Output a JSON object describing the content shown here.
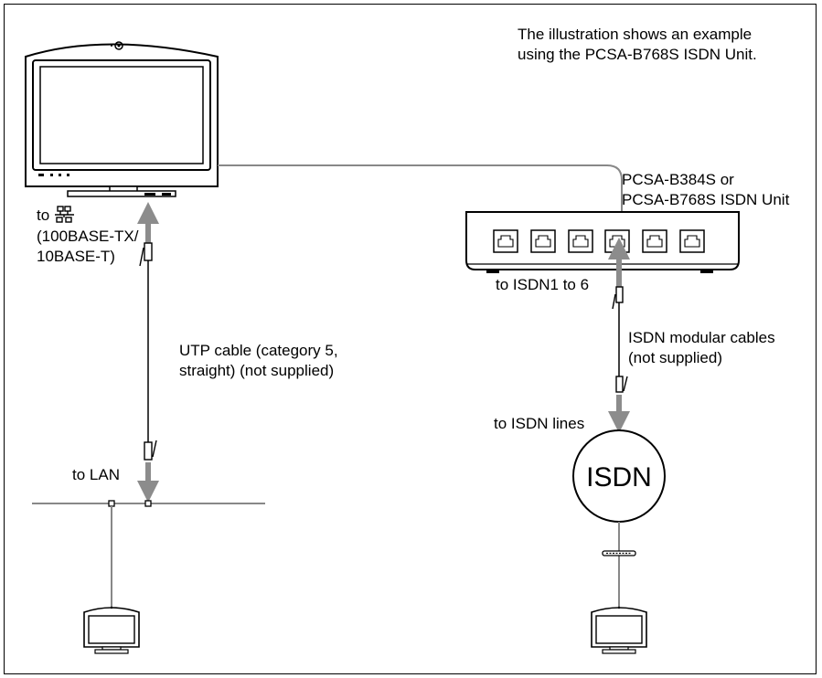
{
  "note": {
    "line1": "The illustration shows an example",
    "line2": "using the PCSA-B768S ISDN Unit."
  },
  "lan_port": {
    "prefix": "to",
    "line2": "(100BASE-TX/",
    "line3": "10BASE-T)"
  },
  "utp_cable": {
    "line1": "UTP cable (category 5,",
    "line2": "straight) (not supplied)"
  },
  "to_lan": "to LAN",
  "isdn_unit": {
    "line1": "PCSA-B384S or",
    "line2": "PCSA-B768S ISDN Unit",
    "port_label": "to ISDN1 to 6"
  },
  "isdn_cables": {
    "line1": "ISDN modular cables",
    "line2": "(not supplied)"
  },
  "to_isdn_lines": "to ISDN lines",
  "isdn_network": "ISDN",
  "colors": {
    "line": "#888888",
    "arrow": "#8c8c8c",
    "outline": "#000000"
  }
}
